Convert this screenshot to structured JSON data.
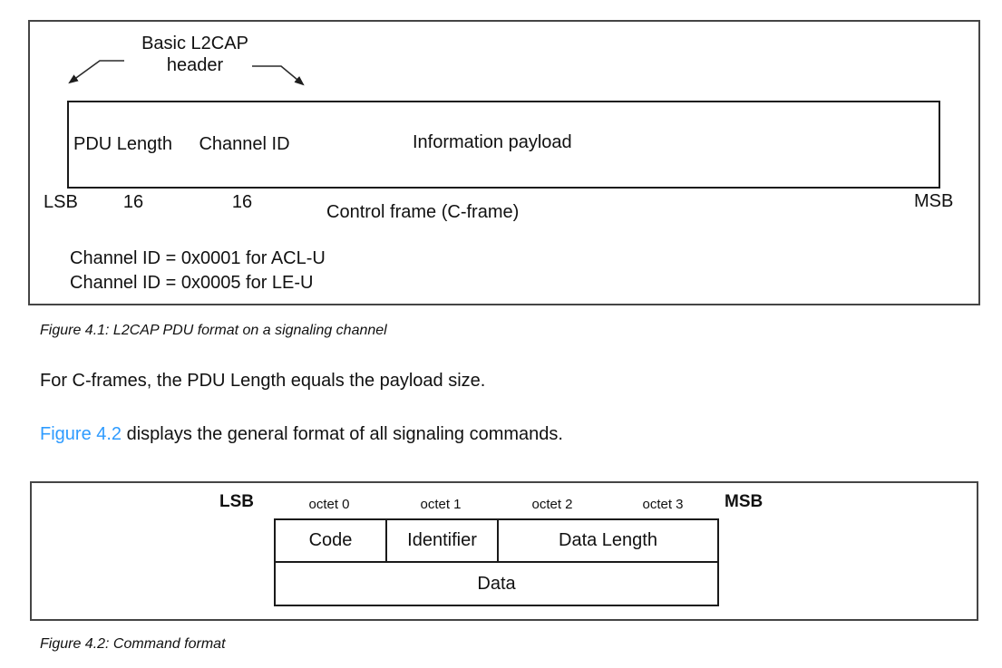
{
  "colors": {
    "link_blue": "#2e9bff",
    "border_frame": "#454545",
    "border_box": "#1a1a1a",
    "text": "#111111",
    "page_bg": "#ffffff"
  },
  "figure1": {
    "callout_line1": "Basic L2CAP",
    "callout_line2": "header",
    "fields": [
      {
        "label": "PDU Length",
        "width_bits": "16"
      },
      {
        "label": "Channel ID",
        "width_bits": "16"
      },
      {
        "label": "Information payload",
        "width_bits": ""
      }
    ],
    "lsb_label": "LSB",
    "msb_label": "MSB",
    "frame_label": "Control frame (C-frame)",
    "notes": [
      "Channel ID = 0x0001 for ACL-U",
      "Channel ID = 0x0005 for LE-U"
    ],
    "caption": "Figure 4.1: L2CAP PDU format on a signaling channel"
  },
  "body": {
    "paragraph1": "For C-frames, the PDU Length equals the payload size.",
    "paragraph2": {
      "link_text": "Figure 4.2",
      "rest_text": " displays the general format of all signaling commands."
    }
  },
  "figure2": {
    "lsb_label": "LSB",
    "msb_label": "MSB",
    "octet_labels": [
      "octet 0",
      "octet 1",
      "octet 2",
      "octet 3"
    ],
    "header_cells": [
      "Code",
      "Identifier",
      "Data Length"
    ],
    "data_cell": "Data",
    "caption": "Figure 4.2: Command format"
  }
}
